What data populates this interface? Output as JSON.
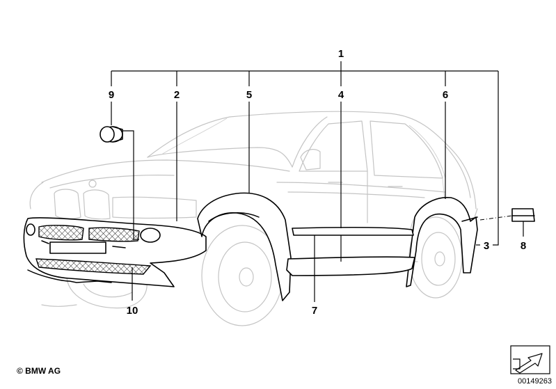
{
  "callouts": {
    "c1": "1",
    "c2": "2",
    "c3": "3",
    "c4": "4",
    "c5": "5",
    "c6": "6",
    "c7": "7",
    "c8": "8",
    "c9": "9",
    "c10": "10"
  },
  "footer": {
    "copyright": "© BMW AG",
    "document_number": "00149263"
  },
  "icons": {
    "navigation": "arrow-next-icon"
  },
  "colors": {
    "vehicle_outline": "#c4c4c4",
    "parts_outline": "#000000"
  }
}
